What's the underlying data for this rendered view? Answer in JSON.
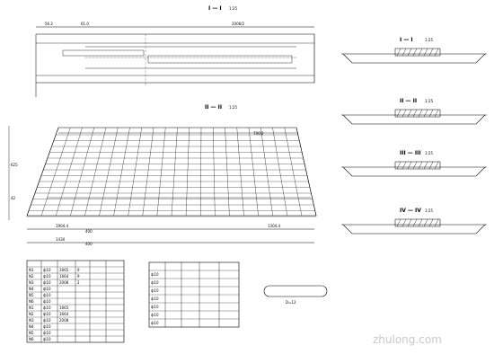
{
  "plan_view": {
    "section_mark": "I — I",
    "scale": "1:25",
    "upper_labels": [
      "",
      ""
    ],
    "left_callout": "",
    "dims": [
      "56.2",
      "61.0",
      "2006/2"
    ],
    "center_label": ""
  },
  "rebar_plan": {
    "section_mark": "II — II",
    "scale": "1:25",
    "upper_labels": [
      "",
      ""
    ],
    "center_mark": "",
    "center_label": "",
    "dims": [
      "700/2",
      "1904.4",
      "1304.4",
      "400",
      "1430",
      "400"
    ],
    "left_side_dims": [
      "625",
      "42"
    ],
    "lower_label": ""
  },
  "sections_right": [
    {
      "mark": "I — I",
      "scale": "1:25",
      "label": ""
    },
    {
      "mark": "II — II",
      "scale": "1:25",
      "label": ""
    },
    {
      "mark": "III — III",
      "scale": "1:25",
      "label": ""
    },
    {
      "mark": "IV — IV",
      "scale": "1:25",
      "label": ""
    }
  ],
  "rebar_detail_table": {
    "title": "",
    "headers": [
      "",
      "",
      "",
      "",
      "",
      ""
    ],
    "group_labels": [
      "",
      ""
    ],
    "rows": [
      [
        "N1",
        "ф10",
        "1665",
        "9",
        "",
        ""
      ],
      [
        "N2",
        "ф10",
        "1664",
        "9",
        "",
        ""
      ],
      [
        "N3",
        "ф10",
        "2008",
        "2",
        "",
        ""
      ],
      [
        "N4",
        "ф10",
        "",
        "",
        "",
        ""
      ],
      [
        "N5",
        "ф10",
        "",
        "",
        "",
        ""
      ],
      [
        "N6",
        "ф10",
        "",
        "",
        "",
        ""
      ],
      [
        "N1",
        "ф10",
        "1665",
        "",
        "",
        ""
      ],
      [
        "N2",
        "ф10",
        "1664",
        "",
        "",
        ""
      ],
      [
        "N3",
        "ф10",
        "2008",
        "",
        "",
        ""
      ],
      [
        "N4",
        "ф10",
        "",
        "",
        "",
        ""
      ],
      [
        "N5",
        "ф10",
        "",
        "",
        "",
        ""
      ],
      [
        "N6",
        "ф10",
        "",
        "",
        "",
        ""
      ]
    ]
  },
  "material_table": {
    "title": "",
    "headers": [
      "",
      "",
      "",
      "",
      ""
    ],
    "group_labels": [
      "",
      ""
    ],
    "rows": [
      [
        "ф10",
        "",
        "",
        "",
        ""
      ],
      [
        "ф10",
        "",
        "",
        "",
        ""
      ],
      [
        "ф10",
        "",
        "",
        "",
        ""
      ],
      [
        "ф10",
        "",
        "",
        "",
        ""
      ],
      [
        "ф10",
        "",
        "",
        "",
        ""
      ],
      [
        "ф10",
        "",
        "",
        "",
        ""
      ],
      [
        "ф10",
        "",
        "",
        "",
        ""
      ]
    ]
  },
  "hook_detail": {
    "label": "",
    "dim": "D=12"
  },
  "notes": {
    "title": "",
    "lines": [
      "",
      "",
      "",
      ""
    ]
  },
  "watermark": "zhulong.com"
}
